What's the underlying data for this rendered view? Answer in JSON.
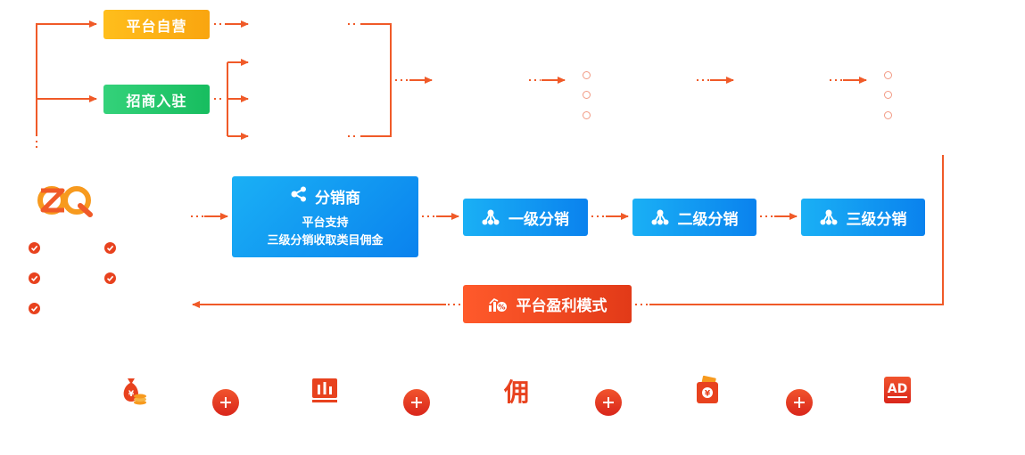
{
  "source": {
    "self_run_label": "平台自营",
    "merchant_label": "招商入驻"
  },
  "distributor": {
    "title": "分销商",
    "line1": "平台支持",
    "line2": "三级分销收取类目佣金"
  },
  "levels": [
    {
      "label": "一级分销"
    },
    {
      "label": "二级分销"
    },
    {
      "label": "三级分销"
    }
  ],
  "profit": {
    "label": "平台盈利模式"
  },
  "bottom_icons": [
    {
      "name": "money-bag-icon"
    },
    {
      "name": "bar-chart-icon"
    },
    {
      "name": "commission-icon",
      "glyph": "佣"
    },
    {
      "name": "red-envelope-icon"
    },
    {
      "name": "ad-icon",
      "glyph": "AD"
    }
  ],
  "colors": {
    "line": "#f05a28",
    "orange": "#f9a50f",
    "green": "#17bd5f",
    "blue": "#0a82ee",
    "red": "#e23a18"
  }
}
